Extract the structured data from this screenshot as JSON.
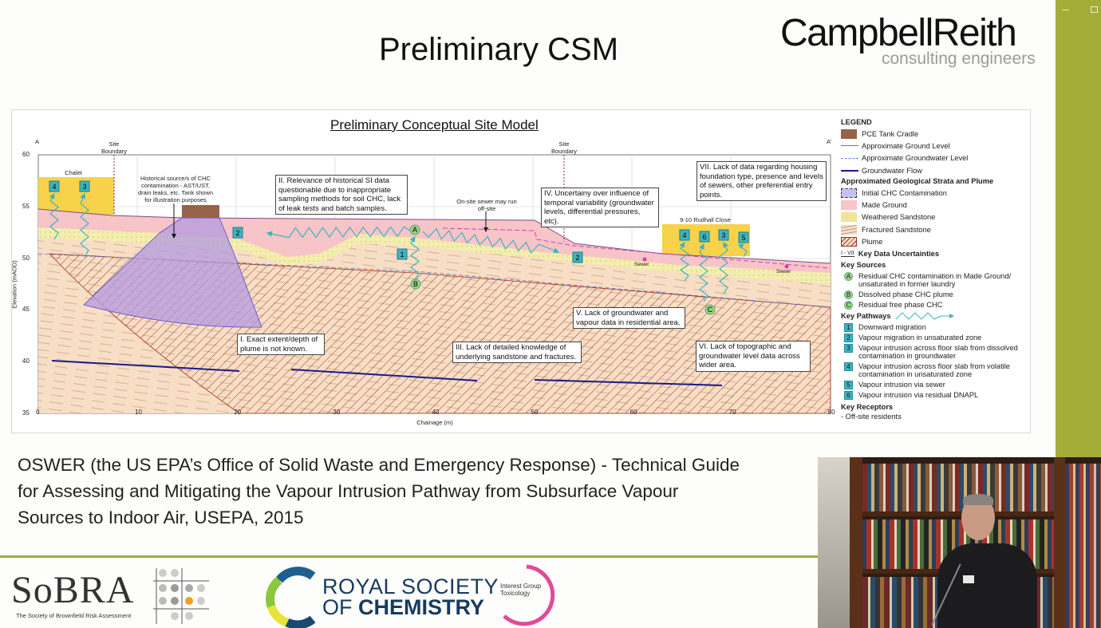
{
  "slide": {
    "title": "Preliminary CSM"
  },
  "logo": {
    "name": "CampbellReith",
    "tagline": "consulting engineers"
  },
  "diagram": {
    "title": "Preliminary Conceptual Site Model",
    "section_start": "A",
    "section_end": "A'",
    "site_boundary": "Site Boundary",
    "chalet": "Chalet",
    "rudhall": "9-10 Rudhall Close",
    "historical_note": "Historical source/s of CHC contamination - AST/UST, drain leaks, etc. Tank shown for illustration purposes",
    "sewer_note": "On-site sewer may run off-site",
    "sewer": "Sewer",
    "uncertainties": {
      "I": "I. Exact extent/depth of plume is not known.",
      "II": "II. Relevance of historical SI data questionable due to inappropriate sampling methods for soil CHC, lack of leak tests and batch samples.",
      "III": "III. Lack of detailed knowledge of underlying sandstone and fractures.",
      "IV": "IV. Uncertainy over influence of temporal variability (groundwater levels, differential pressures, etc).",
      "V": "V. Lack of groundwater and vapour data in residential area.",
      "VI": "VI. Lack of topographic and groundwater level data across wider area.",
      "VII": "VII. Lack of data regarding housing foundation type, presence  and levels of sewers, other preferential entry points."
    },
    "x_axis": {
      "label": "Chainage (m)",
      "ticks": [
        "0",
        "10",
        "20",
        "30",
        "40",
        "50",
        "60",
        "70",
        "80"
      ]
    },
    "y_axis": {
      "label": "Elevation (mAOD)",
      "ticks": [
        "60",
        "55",
        "50",
        "45",
        "40",
        "35"
      ]
    },
    "badges": {
      "chalet": [
        "4",
        "3"
      ],
      "pathway_2a": "2",
      "pathway_1": "1",
      "pathway_2b": "2",
      "rudhall": [
        "4",
        "6",
        "3",
        "5"
      ],
      "sources": [
        "A",
        "B",
        "C"
      ]
    }
  },
  "legend": {
    "title": "LEGEND",
    "items": [
      "PCE Tank Cradle",
      "Approximate Ground Level",
      "Approximate Groundwater Level",
      "Groundwater Flow"
    ],
    "strata_title": "Approximated Geological Strata and Plume",
    "strata": [
      "Initial CHC Contamination",
      "Made Ground",
      "Weathered Sandstone",
      "Fractured Sandstone",
      "Plume"
    ],
    "uncertainty_symbol": "I - VII",
    "uncertainty_label": "Key Data Uncertainties",
    "sources_title": "Key Sources",
    "sources": [
      {
        "key": "A",
        "text": "Residual CHC contamination in Made Ground/ unsaturated in former laundry"
      },
      {
        "key": "B",
        "text": "Dissolved phase CHC plume"
      },
      {
        "key": "C",
        "text": "Residual free phase CHC"
      }
    ],
    "pathways_title": "Key Pathways",
    "pathways": [
      {
        "key": "1",
        "text": "Downward migration"
      },
      {
        "key": "2",
        "text": "Vapour migration in unsaturated zone"
      },
      {
        "key": "3",
        "text": "Vapour intrusion across floor slab from dissolved contamination in groundwater"
      },
      {
        "key": "4",
        "text": "Vapour intrusion across floor slab from volatile contamination in unsaturated zone"
      },
      {
        "key": "5",
        "text": "Vapour intrusion via sewer"
      },
      {
        "key": "6",
        "text": "Vapour intrusion via residual DNAPL"
      }
    ],
    "receptors_title": "Key Receptors",
    "receptors": "- Off-site residents"
  },
  "caption": [
    "OSWER (the US EPA’s Office of Solid Waste and Emergency Response) - Technical Guide",
    "for Assessing and Mitigating the Vapour Intrusion Pathway from Subsurface Vapour",
    "Sources to Indoor Air, USEPA, 2015"
  ],
  "footer": {
    "sobra": "SoBRA",
    "sobra_sub": "The Society of Brownfield Risk Assessment",
    "rsc_line1": "ROYAL SOCIETY",
    "rsc_of": "OF",
    "rsc_line2": "CHEMISTRY",
    "interest_group": "Interest Group",
    "toxicology": "Toxicology"
  },
  "colors": {
    "accent": "#a4ad37",
    "pathway": "#3fb3c0",
    "made_ground": "#f7c4c8",
    "plume": "#a0302a",
    "initial": "#b49ae0"
  }
}
